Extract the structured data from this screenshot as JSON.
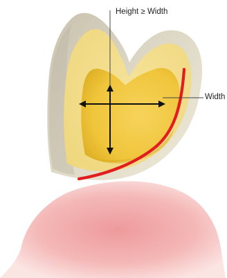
{
  "diagram": {
    "labels": {
      "height_width": "Height ≥ Width",
      "width": "Width"
    },
    "parts": {
      "gingiva": "gingiva",
      "tooth_enamel": "tooth-outer-layer",
      "tooth_dentin": "tooth-middle-layer",
      "pulp": "pulp-chamber",
      "margin": "preparation-margin"
    },
    "colors": {
      "gingiva_light": "#f7d9d7",
      "gingiva_dark": "#e88f92",
      "enamel": "#d8d3c1",
      "enamel_shadow": "#b9b2a0",
      "dentin": "#f2df93",
      "pulp": "#f0c538",
      "pulp_shadow": "#d4a517",
      "margin_line": "#e21d1d",
      "arrows": "#111111"
    }
  }
}
